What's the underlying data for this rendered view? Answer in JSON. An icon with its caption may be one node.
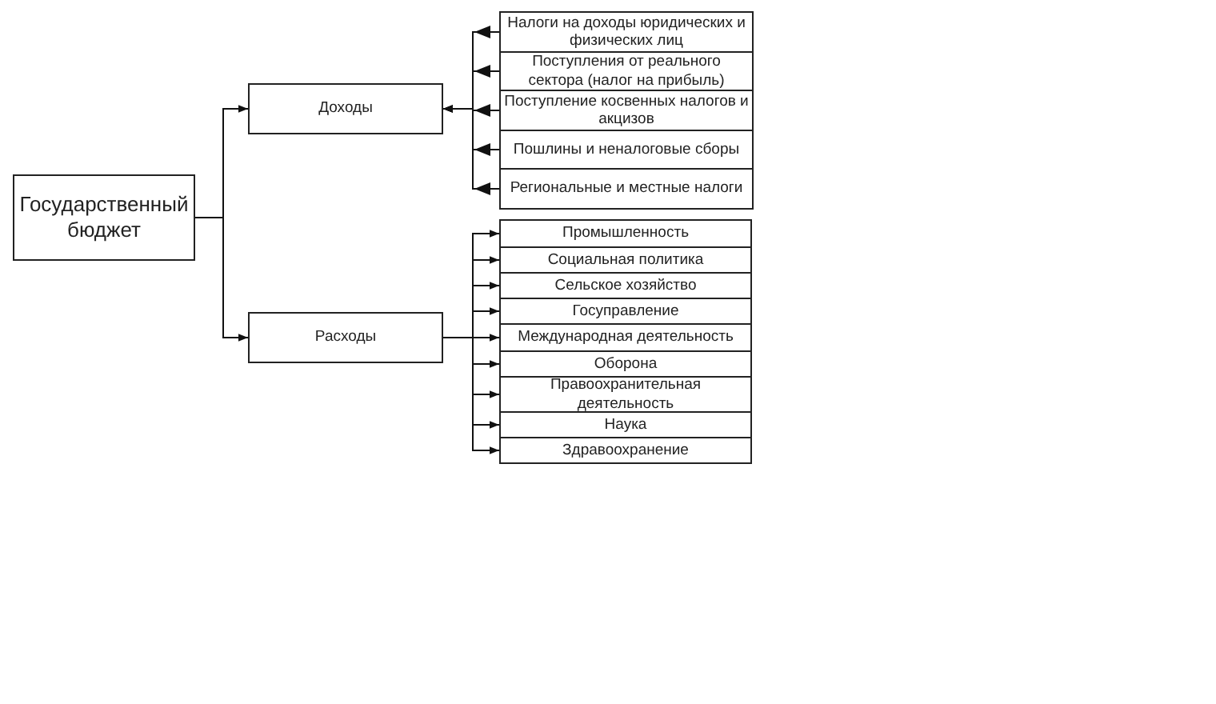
{
  "diagram": {
    "nodes": [
      {
        "text": [
          "Государственный бюджет"
        ]
      },
      {
        "text": [
          "Доходы"
        ]
      },
      {
        "text": [
          "Расходы"
        ]
      },
      {
        "text": [
          "Налоги на доходы юридических и физических лиц"
        ]
      },
      {
        "text": [
          "Поступления от реального сектора (налог на прибыль)"
        ]
      },
      {
        "text": [
          "Поступление косвенных налогов и акцизов"
        ]
      },
      {
        "text": [
          "Пошлины и неналоговые сборы"
        ]
      },
      {
        "text": [
          "Региональные и местные налоги"
        ]
      },
      {
        "text": [
          "Промышленность"
        ]
      },
      {
        "text": [
          "Социальная политика"
        ]
      },
      {
        "text": [
          "Сельское хозяйство"
        ]
      },
      {
        "text": [
          "Госуправление"
        ]
      },
      {
        "text": [
          "Международная деятельность"
        ]
      },
      {
        "text": [
          "Оборона"
        ]
      },
      {
        "text": [
          "Правоохранительная деятельность"
        ]
      },
      {
        "text": [
          "Наука"
        ]
      },
      {
        "text": [
          "Здравоохранение"
        ]
      }
    ],
    "edges": [
      {
        "from": 0,
        "to": 1,
        "arrow": "to"
      },
      {
        "from": 0,
        "to": 2,
        "arrow": "to"
      },
      {
        "from": 3,
        "to": 1,
        "arrow": "to"
      },
      {
        "from": 4,
        "to": 1,
        "arrow": "to"
      },
      {
        "from": 5,
        "to": 1,
        "arrow": "to"
      },
      {
        "from": 6,
        "to": 1,
        "arrow": "to"
      },
      {
        "from": 7,
        "to": 1,
        "arrow": "to"
      },
      {
        "from": 2,
        "to": 8,
        "arrow": "to"
      },
      {
        "from": 2,
        "to": 9,
        "arrow": "to"
      },
      {
        "from": 2,
        "to": 10,
        "arrow": "to"
      },
      {
        "from": 2,
        "to": 11,
        "arrow": "to"
      },
      {
        "from": 2,
        "to": 12,
        "arrow": "to"
      },
      {
        "from": 2,
        "to": 13,
        "arrow": "to"
      },
      {
        "from": 2,
        "to": 14,
        "arrow": "to"
      },
      {
        "from": 2,
        "to": 15,
        "arrow": "to"
      },
      {
        "from": 2,
        "to": 16,
        "arrow": "to"
      }
    ]
  }
}
